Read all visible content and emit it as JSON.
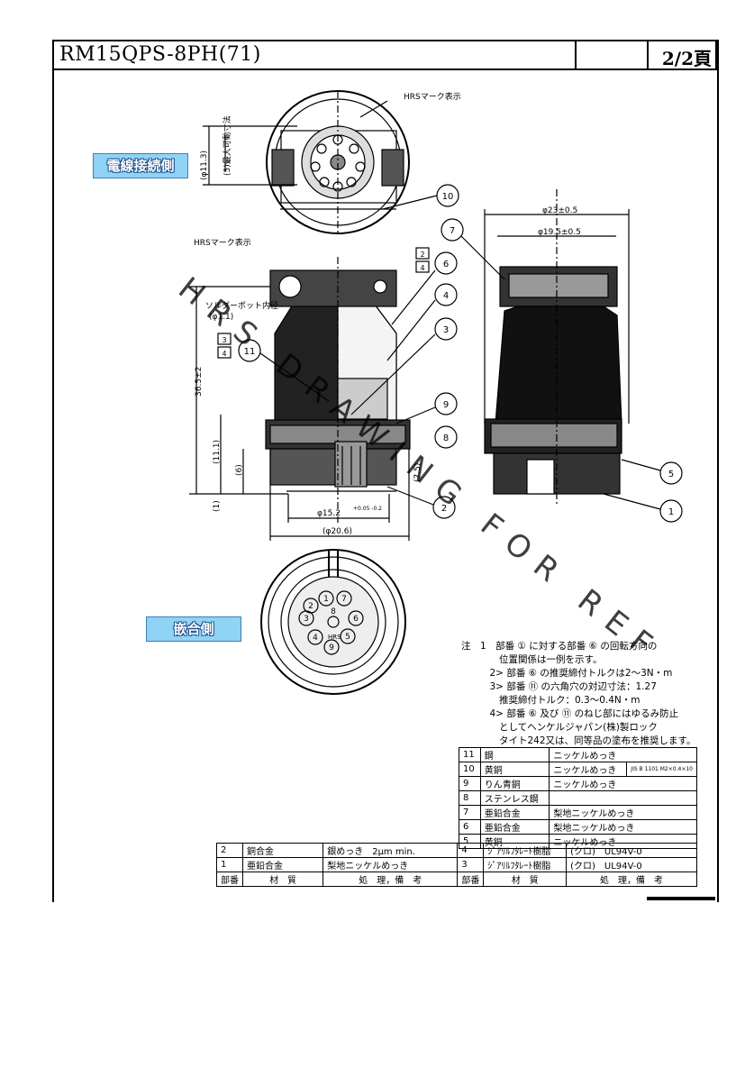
{
  "header": {
    "title": "RM15QPS-8PH(71)",
    "page": "2/2頁"
  },
  "labels": {
    "wire_side": "電線接続側",
    "mating_side": "嵌合側"
  },
  "watermark": "HRS DRAWING FOR REF",
  "drawing_text": {
    "hrs_mark_top": "HRSマーク表示",
    "hrs_mark_side": "HRSマーク表示",
    "solder_pot": "ソルダーポット内径",
    "solder_pot_dia": "(φ1.1)",
    "dim_11_3": "(φ11.3)",
    "dim_5_max": "(5)最大可動寸法",
    "dim_36_5": "36.5±2",
    "dim_11_1": "(11.1)",
    "dim_6": "(6)",
    "dim_1": "(1)",
    "dim_7_5": "(7.5)",
    "dim_15_2": "φ15.2",
    "dim_15_2_tol": "+0.05 -0.2",
    "dim_20_6": "(φ20.6)",
    "dim_23": "φ23±0.5",
    "dim_19_5": "φ19.5±0.5",
    "pin_hrs": "HRS"
  },
  "balloons": [
    "1",
    "2",
    "3",
    "4",
    "5",
    "6",
    "7",
    "8",
    "9",
    "10",
    "11"
  ],
  "note_flags": {
    "a": "2",
    "b": "4",
    "c": "3",
    "d": "4"
  },
  "notes": [
    "注　1　部番 ① に対する部番 ⑥ の回転方向の",
    "　　　　位置関係は一例を示す。",
    "　　　2> 部番 ⑥ の推奨締付トルクは2〜3N・m",
    "　　　3> 部番 ⑪ の六角穴の対辺寸法：1.27",
    "　　　　推奨締付トルク：0.3〜0.4N・m",
    "　　　4> 部番 ⑥ 及び ⑪ のねじ部にはゆるみ防止",
    "　　　　としてヘンケルジャパン(株)製ロック",
    "　　　　タイト242又は、同等品の塗布を推奨します。"
  ],
  "parts_right": [
    {
      "no": "11",
      "material": "鋼",
      "finish": "ニッケルめっき",
      "remark": ""
    },
    {
      "no": "10",
      "material": "黄銅",
      "finish": "ニッケルめっき",
      "remark": "JIS B 1101 M2×0.4×10"
    },
    {
      "no": "9",
      "material": "りん青銅",
      "finish": "ニッケルめっき",
      "remark": ""
    },
    {
      "no": "8",
      "material": "ステンレス鋼",
      "finish": "",
      "remark": ""
    },
    {
      "no": "7",
      "material": "亜鉛合金",
      "finish": "梨地ニッケルめっき",
      "remark": ""
    },
    {
      "no": "6",
      "material": "亜鉛合金",
      "finish": "梨地ニッケルめっき",
      "remark": ""
    },
    {
      "no": "5",
      "material": "黄銅",
      "finish": "ニッケルめっき",
      "remark": ""
    },
    {
      "no": "4",
      "material": "ｼﾞｱﾘﾙﾌﾀﾚｰﾄ樹脂",
      "finish": "(クロ)　UL94V-0",
      "remark": ""
    },
    {
      "no": "3",
      "material": "ｼﾞｱﾘﾙﾌﾀﾚｰﾄ樹脂",
      "finish": "(クロ)　UL94V-0",
      "remark": ""
    }
  ],
  "parts_left": [
    {
      "no": "2",
      "material": "銅合金",
      "finish": "銀めっき　2μm min."
    },
    {
      "no": "1",
      "material": "亜鉛合金",
      "finish": "梨地ニッケルめっき"
    }
  ],
  "table_header": {
    "no": "部番",
    "material": "材　質",
    "finish": "処　理，備　考"
  },
  "pin_numbers": [
    "1",
    "2",
    "3",
    "4",
    "5",
    "6",
    "7",
    "8",
    "9"
  ]
}
